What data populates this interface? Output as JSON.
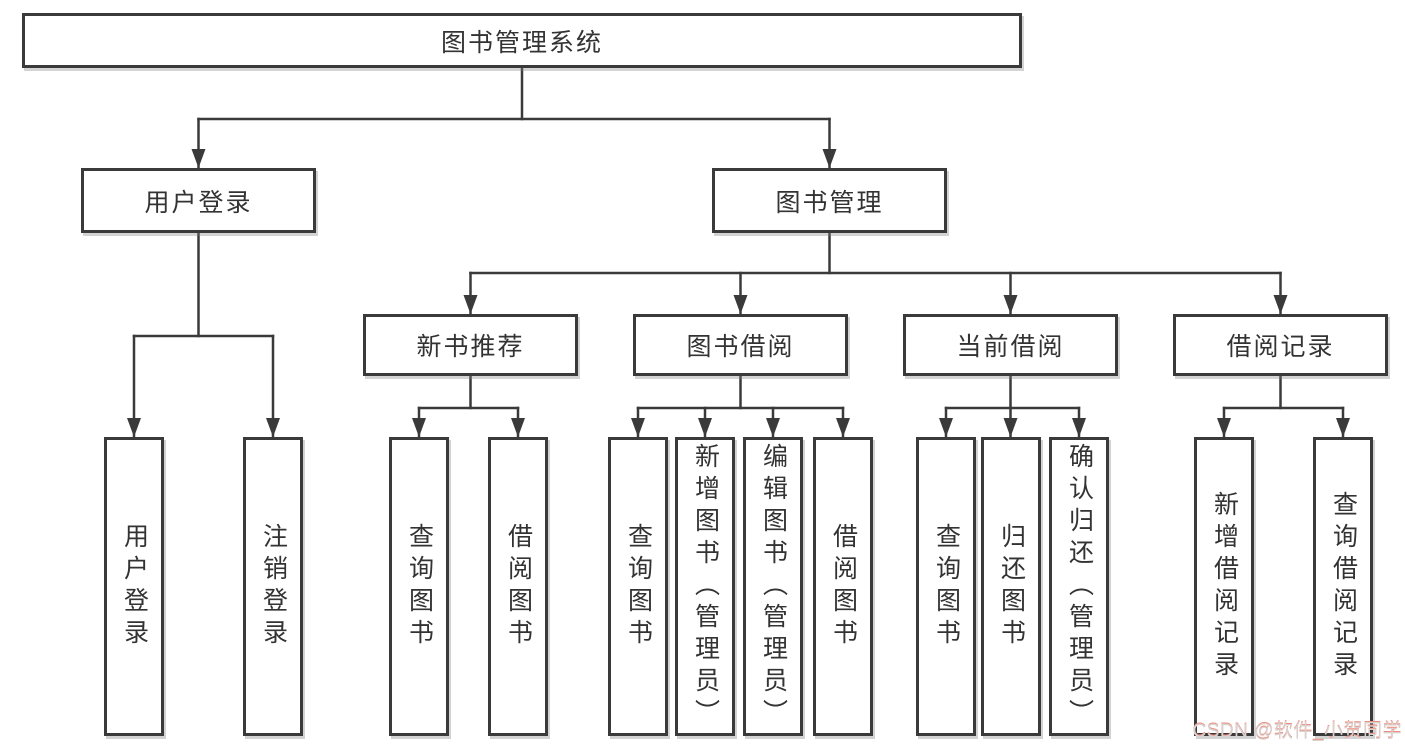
{
  "diagram": {
    "title": "图书管理系统",
    "nodes": {
      "root": {
        "label": "图书管理系统"
      },
      "level2": {
        "user_login": {
          "label": "用户登录"
        },
        "book_mgmt": {
          "label": "图书管理"
        }
      },
      "level3": {
        "new_book_rec": {
          "label": "新书推荐"
        },
        "book_borrow": {
          "label": "图书借阅"
        },
        "current_borrow": {
          "label": "当前借阅"
        },
        "borrow_record": {
          "label": "借阅记录"
        }
      },
      "leaves": {
        "login": {
          "label": "用户登录"
        },
        "logout": {
          "label": "注销登录"
        },
        "rec_query_book": {
          "label": "查询图书"
        },
        "rec_borrow_book": {
          "label": "借阅图书"
        },
        "bor_query_book": {
          "label": "查询图书"
        },
        "bor_add_book": {
          "label": "新增图书（管理员）"
        },
        "bor_edit_book": {
          "label": "编辑图书（管理员）"
        },
        "bor_borrow_book": {
          "label": "借阅图书"
        },
        "cur_query_book": {
          "label": "查询图书"
        },
        "cur_return_book": {
          "label": "归还图书"
        },
        "cur_confirm_return": {
          "label": "确认归还（管理员）"
        },
        "rcd_add_record": {
          "label": "新增借阅记录"
        },
        "rcd_query_record": {
          "label": "查询借阅记录"
        }
      }
    },
    "watermark": {
      "text": "CSDN @软件_小贺同学"
    }
  },
  "colors": {
    "line": "#3a3a3a",
    "box_border": "#3a3a3a",
    "text": "#333333",
    "background": "#ffffff",
    "watermark": "#d9d2d0",
    "watermark_tint": "#f08c7d"
  }
}
